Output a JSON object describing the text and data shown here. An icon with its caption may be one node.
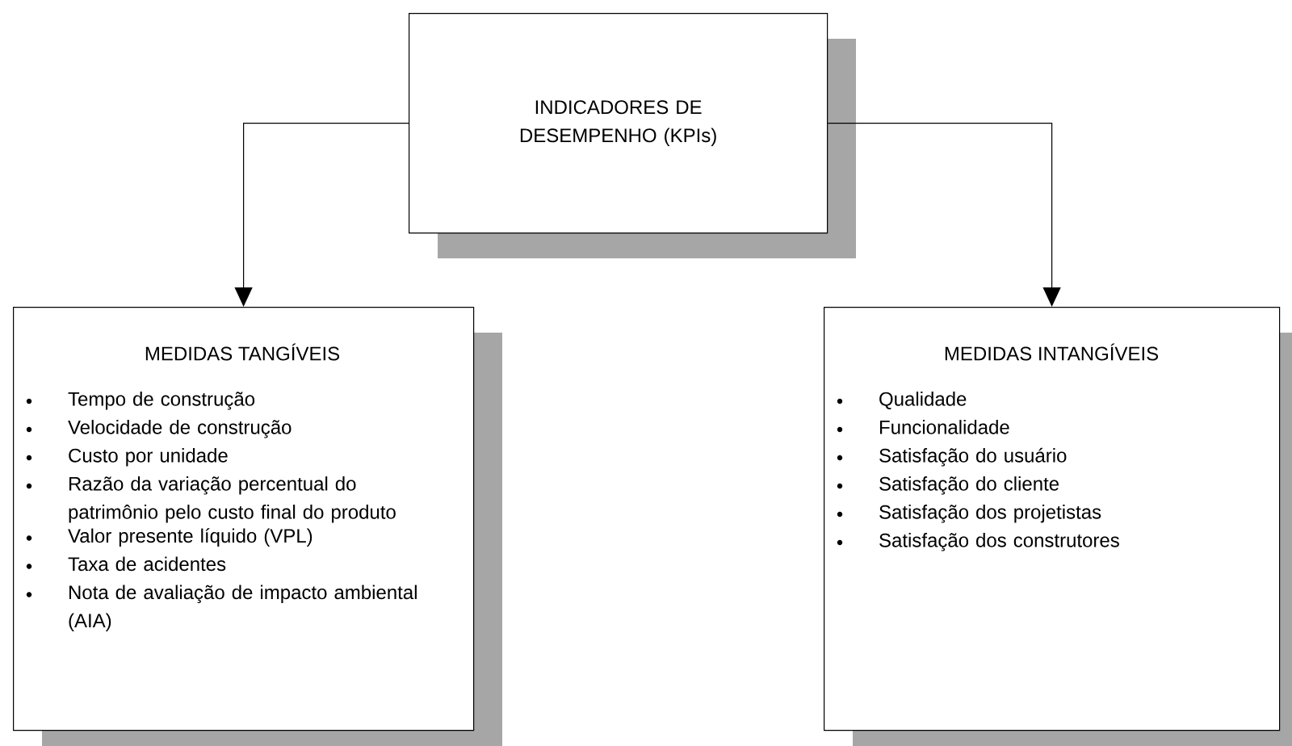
{
  "diagram": {
    "nodes": [
      {
        "text": [
          "INDICADORES DE DESEMPENHO (KPIs)"
        ]
      },
      {
        "text": [
          "MEDIDAS TANGÍVEIS",
          "Tempo de construção",
          "Velocidade de construção",
          "Custo por unidade",
          "Razão da variação percentual do patrimônio pelo custo final do produto",
          "Valor presente líquido (VPL)",
          "Taxa de acidentes",
          "Nota de avaliação de impacto ambiental (AIA)"
        ]
      },
      {
        "text": [
          "MEDIDAS INTANGÍVEIS",
          "Qualidade",
          "Funcionalidade",
          "Satisfação do usuário",
          "Satisfação do cliente",
          "Satisfação dos projetistas",
          "Satisfação dos construtores"
        ]
      }
    ],
    "edges": [
      {
        "from": 0,
        "to": 1,
        "arrow": "to"
      },
      {
        "from": 0,
        "to": 2,
        "arrow": "to"
      }
    ]
  }
}
